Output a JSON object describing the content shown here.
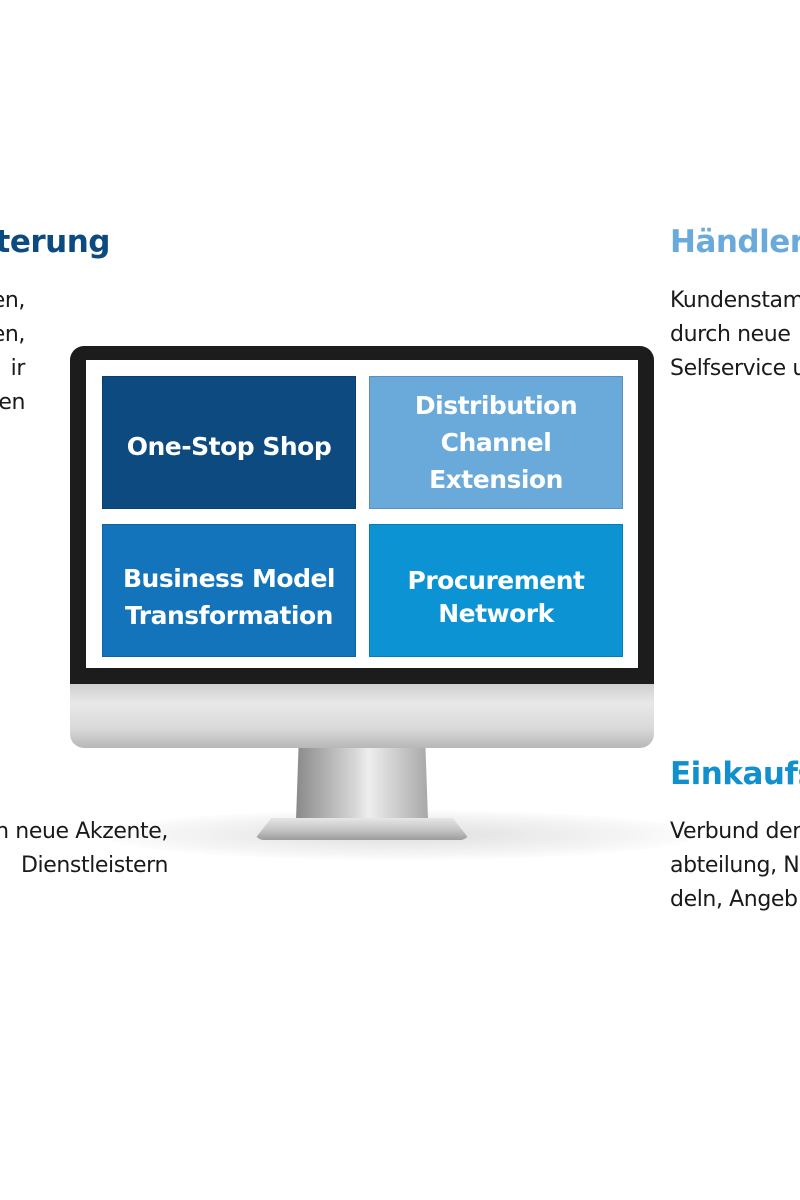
{
  "colors": {
    "dark_blue": "#0c4a80",
    "light_blue": "#6aaadb",
    "mid_blue": "#1474bb",
    "bright_blue": "#0b93d3"
  },
  "left_top": {
    "heading": "eiterung",
    "lines": [
      "rken,",
      "en,",
      "ir",
      "en"
    ]
  },
  "right_top": {
    "heading": "Händler-F",
    "lines": [
      "Kundenstam",
      "durch neue",
      "Selfservice u"
    ]
  },
  "left_bottom": {
    "lines": [
      "n neue Akzente,",
      "Dienstleistern"
    ]
  },
  "right_bottom": {
    "heading": "Einkaufsp",
    "lines": [
      "Verbund der",
      "abteilung, N",
      "deln, Angeb"
    ]
  },
  "screen_tiles": [
    {
      "lines": [
        "One-Stop Shop"
      ]
    },
    {
      "lines": [
        "Distribution",
        "Channel",
        "Extension"
      ]
    },
    {
      "lines": [
        "Business Model",
        "Transformation"
      ]
    },
    {
      "lines": [
        "Procurement",
        "Network"
      ]
    }
  ]
}
